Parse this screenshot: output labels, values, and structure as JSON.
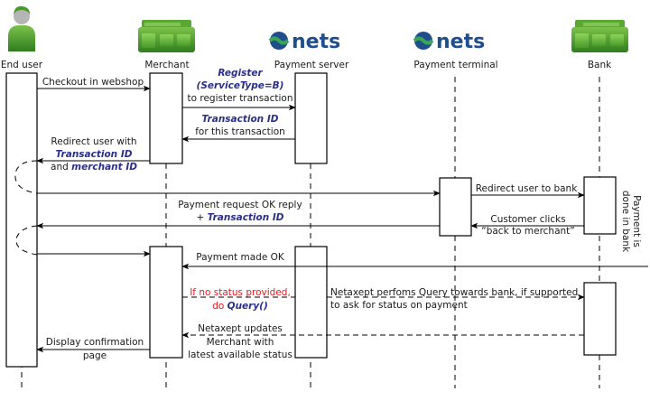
{
  "diagram": {
    "type": "sequence-diagram",
    "actors": [
      {
        "id": "end_user",
        "label": "End user",
        "icon": "user-icon"
      },
      {
        "id": "merchant",
        "label": "Merchant",
        "icon": "storefront-icon"
      },
      {
        "id": "payment_server",
        "label": "Payment server",
        "icon": "nets-logo",
        "logo_text": "nets"
      },
      {
        "id": "payment_terminal",
        "label": "Payment terminal",
        "icon": "nets-logo",
        "logo_text": "nets"
      },
      {
        "id": "bank",
        "label": "Bank",
        "icon": "bank-icon"
      }
    ],
    "messages": {
      "checkout": {
        "text": "Checkout in webshop"
      },
      "register": {
        "line1": "Register",
        "line2": "(ServiceType=B)",
        "line3": "to register transaction"
      },
      "transaction_id_reply": {
        "line1": "Transaction ID",
        "line2": "for this transaction"
      },
      "redirect_user": {
        "line1": "Redirect user with",
        "line2": "Transaction ID",
        "line3_pre": "and ",
        "line3_hl": "merchant ID"
      },
      "redirect_to_bank": {
        "text": "Redirect user to bank"
      },
      "payment_request_ok": {
        "line1": "Payment request OK reply",
        "line2_pre": "+ ",
        "line2_hl": "Transaction ID"
      },
      "customer_clicks": {
        "line1": "Customer clicks",
        "line2": "“back to merchant”"
      },
      "payment_made_ok": {
        "text": "Payment made OK"
      },
      "no_status": {
        "line1": "If no status provided,",
        "line2_pre": "do ",
        "line2_hl": "Query()"
      },
      "netaxept_query": {
        "line1": "Netaxept perfoms Query towards bank, if supported",
        "line2": "to ask for status on payment"
      },
      "netaxept_updates": {
        "line1": "Netaxept updates",
        "line2": "Merchant with",
        "line3": "latest available status"
      },
      "display_confirmation": {
        "line1": "Display confirmation",
        "line2": "page"
      }
    },
    "side_note": {
      "line1": "Payment is",
      "line2": "done in bank"
    },
    "colors": {
      "highlight": "#2a2f8a",
      "warning": "#e8171f",
      "icon_green": "#4a9a2a",
      "nets_blue": "#1f4e8c",
      "nets_green": "#3aa655"
    }
  }
}
